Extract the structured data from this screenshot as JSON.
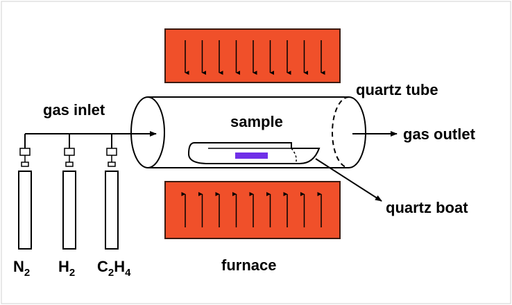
{
  "labels": {
    "gas_inlet": "gas inlet",
    "gas_outlet": "gas outlet",
    "sample": "sample",
    "quartz_tube": "quartz tube",
    "quartz_boat": "quartz boat",
    "furnace": "furnace"
  },
  "gases": [
    {
      "base": "N",
      "sub1": "2",
      "mid": "",
      "sub2": ""
    },
    {
      "base": "H",
      "sub1": "2",
      "mid": "",
      "sub2": ""
    },
    {
      "base": "C",
      "sub1": "2",
      "mid": "H",
      "sub2": "4"
    }
  ],
  "colors": {
    "furnace_fill": "#F0502A",
    "furnace_stroke": "#3A1A10",
    "sample_fill": "#7030E8",
    "line": "#000000"
  }
}
